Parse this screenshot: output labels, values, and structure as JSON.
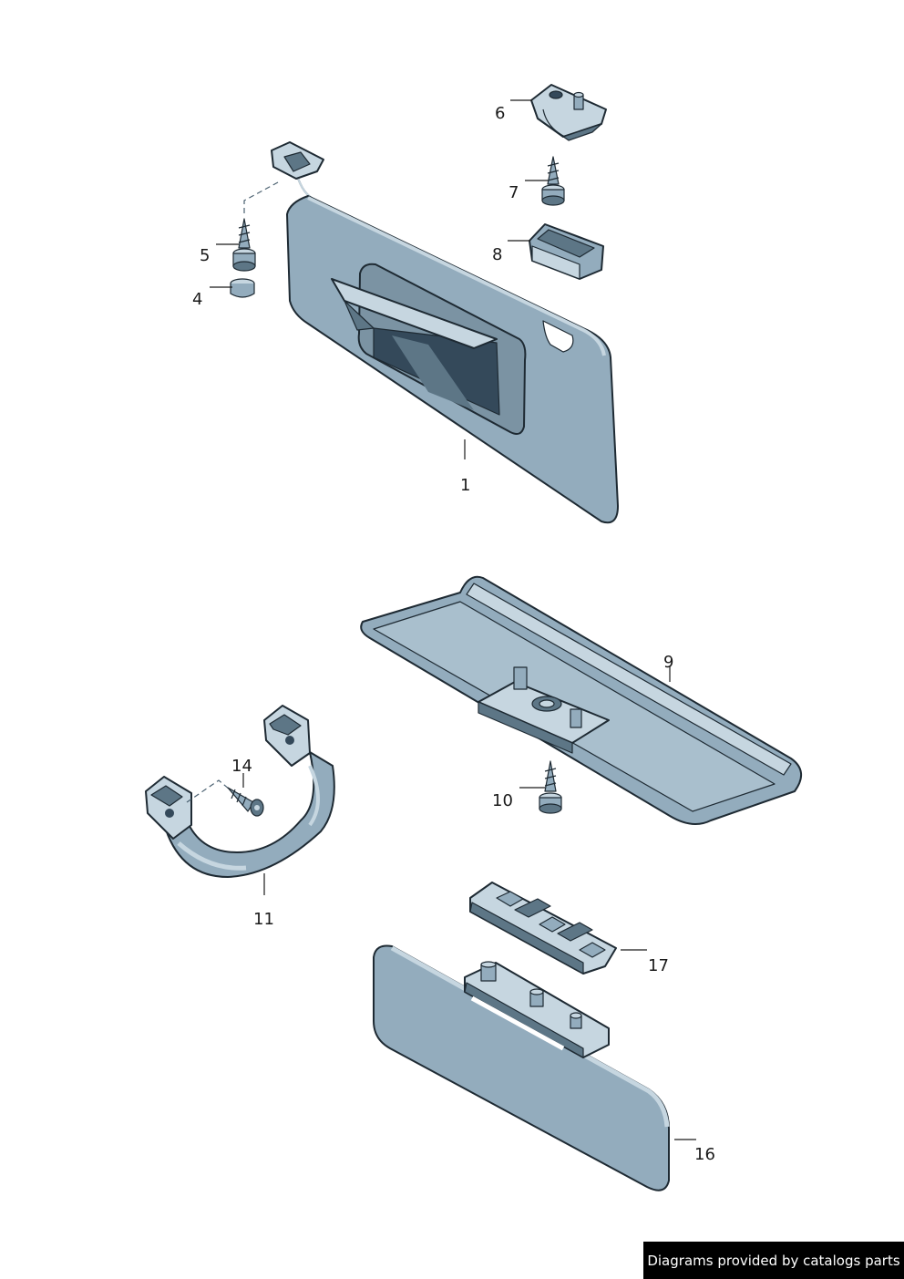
{
  "diagram": {
    "part_labels": [
      {
        "id": "p1",
        "text": "1"
      },
      {
        "id": "p4",
        "text": "4"
      },
      {
        "id": "p5",
        "text": "5"
      },
      {
        "id": "p6",
        "text": "6"
      },
      {
        "id": "p7",
        "text": "7"
      },
      {
        "id": "p8",
        "text": "8"
      },
      {
        "id": "p9",
        "text": "9"
      },
      {
        "id": "p10",
        "text": "10"
      },
      {
        "id": "p11",
        "text": "11"
      },
      {
        "id": "p14",
        "text": "14"
      },
      {
        "id": "p16",
        "text": "16"
      },
      {
        "id": "p17",
        "text": "17"
      }
    ]
  },
  "footer": {
    "credit": "Diagrams provided by catalogs parts"
  },
  "colors": {
    "part_fill": "#93acbd",
    "part_light": "#c6d6e0",
    "part_dark": "#5d7686",
    "part_shadow": "#34495a",
    "outline": "#1e2a33"
  }
}
